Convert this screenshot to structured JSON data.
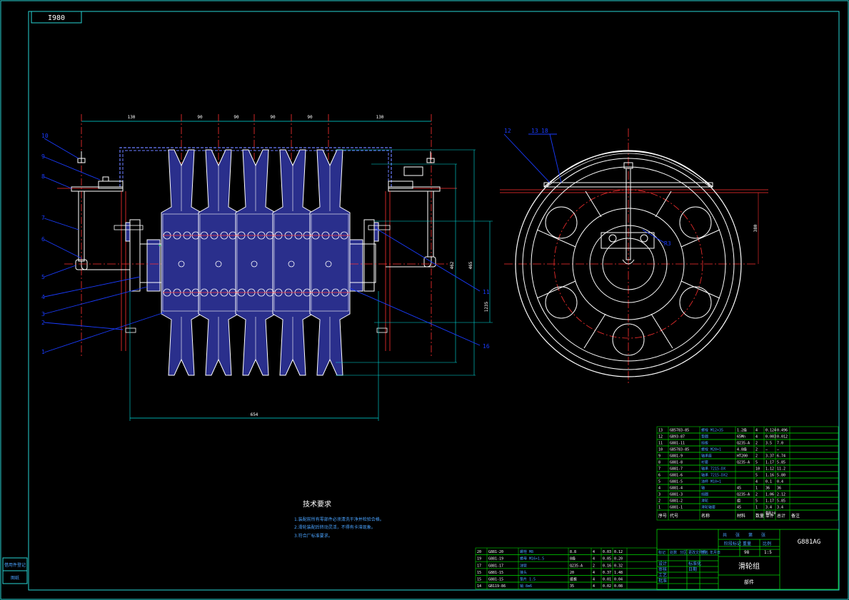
{
  "sheet": {
    "code_box": "I980"
  },
  "colors": {
    "frame": "#29d3d3",
    "part": "#ffffff",
    "centerline": "#ff3030",
    "hidden": "#6a7dff",
    "leader": "#1a3cff",
    "dim": "#00e0e0",
    "sheave": "#2a2f8c",
    "table": "#00d000",
    "text": "#ffffff"
  },
  "front_view": {
    "dimension_top": [
      "130",
      "90",
      "90",
      "90",
      "90",
      "130"
    ],
    "dimension_bottom": "654",
    "dimension_right": [
      "462",
      "465",
      "1235"
    ],
    "part_numbers_left": [
      "10",
      "9",
      "8",
      "7",
      "6",
      "5",
      "4",
      "3",
      "2",
      "1"
    ],
    "part_numbers_right": [
      "11",
      "16"
    ]
  },
  "side_view": {
    "part_numbers": [
      "12",
      "13",
      "18"
    ],
    "dimension_right": "380",
    "label_small": "R3"
  },
  "tech_req": {
    "title": "技术要求",
    "items": [
      "1.装配前所有零部件必须清洗干净并检验合格。",
      "2.滑轮装配后转动灵活，不得有卡滞现象。",
      "3.符合厂标准要求。"
    ]
  },
  "parts_table_upper": {
    "rows": [
      [
        "13",
        "GB5783-85",
        "螺栓 M12×35",
        "1.2级",
        "4",
        "0.124",
        "0.496"
      ],
      [
        "12",
        "GB93-87",
        "垫圈",
        "65Mn",
        "4",
        "0.003",
        "0.012"
      ],
      [
        "11",
        "G881-11",
        "挡板",
        "Q235-A",
        "2",
        "3.5",
        "7.0"
      ],
      [
        "10",
        "GB5783-85",
        "螺栓 M20×1",
        "4.8级",
        "2",
        "—",
        "—"
      ],
      [
        "9",
        "G881-9",
        "轴承座",
        "HT200",
        "2",
        "3.37",
        "6.74"
      ],
      [
        "8",
        "G881-8",
        "衬套",
        "Q235-A",
        "5",
        "1.17",
        "5.85"
      ],
      [
        "7",
        "G881-7",
        "轴承 7215-DX",
        "",
        "10",
        "1.12",
        "11.2"
      ],
      [
        "6",
        "G881-6",
        "轴承 7215-DX2",
        "",
        "5",
        "1.16",
        "5.80"
      ],
      [
        "5",
        "G881-5",
        "油杯 M10×1",
        "",
        "4",
        "0.1",
        "0.4"
      ],
      [
        "4",
        "G881-4",
        "轴",
        "45",
        "1",
        "36",
        "36"
      ],
      [
        "3",
        "G881-3",
        "挡圈",
        "Q235-A",
        "2",
        "1.06",
        "2.12"
      ],
      [
        "2",
        "G881-2",
        "滑轮",
        "组",
        "5",
        "1.17",
        "5.85"
      ],
      [
        "1",
        "G881-1",
        "滑轮轴套",
        "45",
        "1",
        "3.4",
        "3.4"
      ]
    ],
    "header": [
      "序号",
      "代号",
      "名称",
      "材料",
      "数量",
      "单件",
      "总计",
      "备注"
    ],
    "weight_header": "重量 kg"
  },
  "parts_table_lower": {
    "rows": [
      [
        "20",
        "G881-20",
        "螺栓 M8",
        "8.8",
        "4",
        "0.03",
        "0.12"
      ],
      [
        "19",
        "G881-19",
        "螺母 M16×1.5",
        "8级",
        "4",
        "0.05",
        "0.20"
      ],
      [
        "17",
        "G881-17",
        "油管",
        "Q235-A",
        "2",
        "0.16",
        "0.32"
      ],
      [
        "15",
        "G881-15",
        "接头",
        "20",
        "4",
        "0.37",
        "1.48"
      ],
      [
        "15",
        "G881-15",
        "垫片 1.5",
        "纸板",
        "4",
        "0.01",
        "0.04"
      ],
      [
        "14",
        "GB119-86",
        "销 8m6",
        "35",
        "4",
        "0.02",
        "0.08"
      ]
    ]
  },
  "title_block": {
    "drawing_number": "G881AG",
    "name": "滑轮组",
    "material_note": "部件",
    "labels": [
      "标记",
      "处数",
      "分区",
      "更改文件号",
      "签名",
      "年月日"
    ],
    "roles": [
      "设计",
      "审核",
      "工艺",
      "批准"
    ],
    "roles2": [
      "标准化",
      "日期"
    ],
    "info": [
      "阶段标记",
      "重量",
      "比例"
    ],
    "info2": [
      "共",
      "张",
      "第",
      "张"
    ],
    "scale": "1:5",
    "weight": "98"
  },
  "side_strip": [
    "借用件登记",
    "图纸"
  ]
}
